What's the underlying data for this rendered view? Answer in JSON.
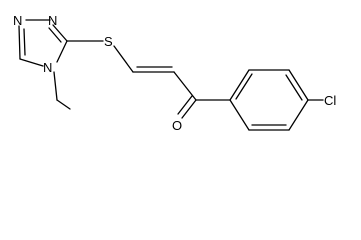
{
  "molecule": {
    "atoms": {
      "n_top_left": "N",
      "n_top_right": "N",
      "n_ring": "N",
      "sulfur": "S",
      "oxygen": "O",
      "chlorine": "Cl"
    }
  },
  "colors": {
    "bond": "#000000",
    "label": "#000000",
    "background": "#ffffff"
  }
}
